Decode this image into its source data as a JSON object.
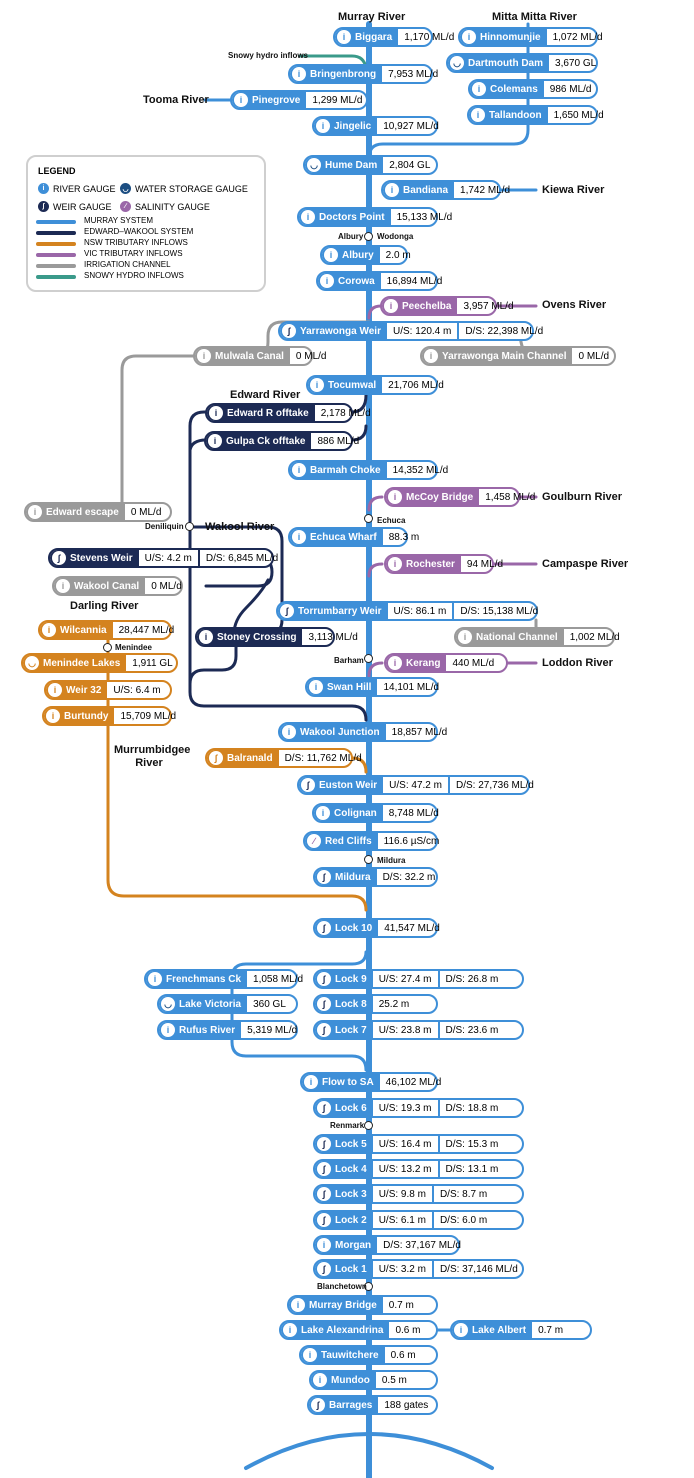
{
  "legend": {
    "title": "LEGEND",
    "icons": [
      {
        "label": "RIVER GAUGE",
        "icon": "river-gauge-icon"
      },
      {
        "label": "WATER STORAGE GAUGE",
        "icon": "storage-gauge-icon"
      },
      {
        "label": "WEIR GAUGE",
        "icon": "weir-gauge-icon"
      },
      {
        "label": "SALINITY GAUGE",
        "icon": "salinity-gauge-icon"
      }
    ],
    "lines": [
      {
        "label": "MURRAY SYSTEM",
        "color": "#3e8fd8"
      },
      {
        "label": "EDWARD–WAKOOL SYSTEM",
        "color": "#1c2a54"
      },
      {
        "label": "NSW TRIBUTARY INFLOWS",
        "color": "#d4831f"
      },
      {
        "label": "VIC TRIBUTARY INFLOWS",
        "color": "#9a67a8"
      },
      {
        "label": "IRRIGATION CHANNEL",
        "color": "#9a9a9a"
      },
      {
        "label": "SNOWY HYDRO INFLOWS",
        "color": "#3a9a8a"
      }
    ]
  },
  "colors": {
    "murray": "#3e8fd8",
    "edward": "#1c2a54",
    "nsw": "#d4831f",
    "vic": "#9a67a8",
    "irrigation": "#9a9a9a",
    "snowy": "#3a9a8a"
  },
  "rivers": {
    "murray": "Murray River",
    "mitta": "Mitta Mitta River",
    "tooma": "Tooma River",
    "kiewa": "Kiewa River",
    "ovens": "Ovens River",
    "edward": "Edward River",
    "goulburn": "Goulburn River",
    "wakool": "Wakool River",
    "campaspe": "Campaspe River",
    "darling": "Darling River",
    "loddon": "Loddon River",
    "murrumbidgee": "Murrumbidgee River",
    "snowy": "Snowy hydro inflows"
  },
  "towns": {
    "albury": "Albury",
    "wodonga": "Wodonga",
    "echuca": "Echuca",
    "deniliquin": "Deniliquin",
    "barham": "Barham",
    "menindee": "Menindee",
    "mildura": "Mildura",
    "renmark": "Renmark",
    "blanchetown": "Blanchetown"
  },
  "gauges": {
    "biggara": {
      "name": "Biggara",
      "value": "1,170 ML/d"
    },
    "hinnomunjie": {
      "name": "Hinnomunjie",
      "value": "1,072 ML/d"
    },
    "dartmouth": {
      "name": "Dartmouth Dam",
      "value": "3,670 GL"
    },
    "bringenbrong": {
      "name": "Bringenbrong",
      "value": "7,953 ML/d"
    },
    "colemans": {
      "name": "Colemans",
      "value": "986 ML/d"
    },
    "pinegrove": {
      "name": "Pinegrove",
      "value": "1,299 ML/d"
    },
    "tallandoon": {
      "name": "Tallandoon",
      "value": "1,650 ML/d"
    },
    "jingelic": {
      "name": "Jingelic",
      "value": "10,927 ML/d"
    },
    "hume": {
      "name": "Hume Dam",
      "value": "2,804 GL"
    },
    "bandiana": {
      "name": "Bandiana",
      "value": "1,742 ML/d"
    },
    "doctors": {
      "name": "Doctors Point",
      "value": "15,133 ML/d"
    },
    "albury": {
      "name": "Albury",
      "value": "2.0 m"
    },
    "corowa": {
      "name": "Corowa",
      "value": "16,894 ML/d"
    },
    "peechelba": {
      "name": "Peechelba",
      "value": "3,957 ML/d"
    },
    "yarrawonga": {
      "name": "Yarrawonga Weir",
      "us": "U/S: 120.4 m",
      "ds": "D/S: 22,398 ML/d"
    },
    "mulwala": {
      "name": "Mulwala Canal",
      "value": "0 ML/d"
    },
    "yarrawonga_main": {
      "name": "Yarrawonga Main Channel",
      "value": "0 ML/d"
    },
    "tocumwal": {
      "name": "Tocumwal",
      "value": "21,706 ML/d"
    },
    "edward_offtake": {
      "name": "Edward R offtake",
      "value": "2,178 ML/d"
    },
    "gulpa": {
      "name": "Gulpa Ck offtake",
      "value": "886 ML/d"
    },
    "barmah": {
      "name": "Barmah Choke",
      "value": "14,352 ML/d"
    },
    "mccoy": {
      "name": "McCoy Bridge",
      "value": "1,458 ML/d"
    },
    "edward_escape": {
      "name": "Edward escape",
      "value": "0 ML/d"
    },
    "echuca_wharf": {
      "name": "Echuca Wharf",
      "value": "88.3 m"
    },
    "stevens": {
      "name": "Stevens Weir",
      "us": "U/S: 4.2 m",
      "ds": "D/S: 6,845 ML/d"
    },
    "rochester": {
      "name": "Rochester",
      "value": "94 ML/d"
    },
    "wakool_canal": {
      "name": "Wakool Canal",
      "value": "0 ML/d"
    },
    "torrumbarry": {
      "name": "Torrumbarry Weir",
      "us": "U/S: 86.1 m",
      "ds": "D/S: 15,138 ML/d"
    },
    "wilcannia": {
      "name": "Wilcannia",
      "value": "28,447 ML/d"
    },
    "stoney": {
      "name": "Stoney Crossing",
      "value": "3,113 ML/d"
    },
    "national": {
      "name": "National Channel",
      "value": "1,002 ML/d"
    },
    "menindee": {
      "name": "Menindee Lakes",
      "value": "1,911 GL"
    },
    "kerang": {
      "name": "Kerang",
      "value": "440 ML/d"
    },
    "weir32": {
      "name": "Weir 32",
      "value": "U/S: 6.4 m"
    },
    "swanhill": {
      "name": "Swan Hill",
      "value": "14,101 ML/d"
    },
    "burtundy": {
      "name": "Burtundy",
      "value": "15,709 ML/d"
    },
    "wakool_junction": {
      "name": "Wakool Junction",
      "value": "18,857 ML/d"
    },
    "balranald": {
      "name": "Balranald",
      "value": "D/S: 11,762 ML/d"
    },
    "euston": {
      "name": "Euston Weir",
      "us": "U/S: 47.2 m",
      "ds": "D/S: 27,736 ML/d"
    },
    "colignan": {
      "name": "Colignan",
      "value": "8,748 ML/d"
    },
    "redcliffs": {
      "name": "Red Cliffs",
      "value": "116.6 µS/cm"
    },
    "mildura": {
      "name": "Mildura",
      "value": "D/S: 32.2 m"
    },
    "lock10": {
      "name": "Lock 10",
      "value": "41,547 ML/d"
    },
    "frenchmans": {
      "name": "Frenchmans Ck",
      "value": "1,058 ML/d"
    },
    "lock9": {
      "name": "Lock 9",
      "us": "U/S: 27.4 m",
      "ds": "D/S: 26.8 m"
    },
    "lakevictoria": {
      "name": "Lake Victoria",
      "value": "360 GL"
    },
    "lock8": {
      "name": "Lock 8",
      "value": "25.2 m"
    },
    "rufus": {
      "name": "Rufus River",
      "value": "5,319 ML/d"
    },
    "lock7": {
      "name": "Lock 7",
      "us": "U/S: 23.8 m",
      "ds": "D/S: 23.6 m"
    },
    "flowsa": {
      "name": "Flow to SA",
      "value": "46,102 ML/d"
    },
    "lock6": {
      "name": "Lock 6",
      "us": "U/S: 19.3 m",
      "ds": "D/S: 18.8 m"
    },
    "lock5": {
      "name": "Lock 5",
      "us": "U/S: 16.4 m",
      "ds": "D/S: 15.3 m"
    },
    "lock4": {
      "name": "Lock 4",
      "us": "U/S: 13.2 m",
      "ds": "D/S: 13.1 m"
    },
    "lock3": {
      "name": "Lock 3",
      "us": "U/S: 9.8 m",
      "ds": "D/S: 8.7 m"
    },
    "lock2": {
      "name": "Lock 2",
      "us": "U/S: 6.1 m",
      "ds": "D/S: 6.0 m"
    },
    "morgan": {
      "name": "Morgan",
      "value": "D/S: 37,167 ML/d"
    },
    "lock1": {
      "name": "Lock 1",
      "us": "U/S: 3.2 m",
      "ds": "D/S: 37,146 ML/d"
    },
    "murraybridge": {
      "name": "Murray Bridge",
      "value": "0.7 m"
    },
    "alexandrina": {
      "name": "Lake Alexandrina",
      "value": "0.6 m"
    },
    "lakealbert": {
      "name": "Lake Albert",
      "value": "0.7 m"
    },
    "tauwitchere": {
      "name": "Tauwitchere",
      "value": "0.6 m"
    },
    "mundoo": {
      "name": "Mundoo",
      "value": "0.5 m"
    },
    "barrages": {
      "name": "Barrages",
      "value": "188 gates"
    }
  }
}
